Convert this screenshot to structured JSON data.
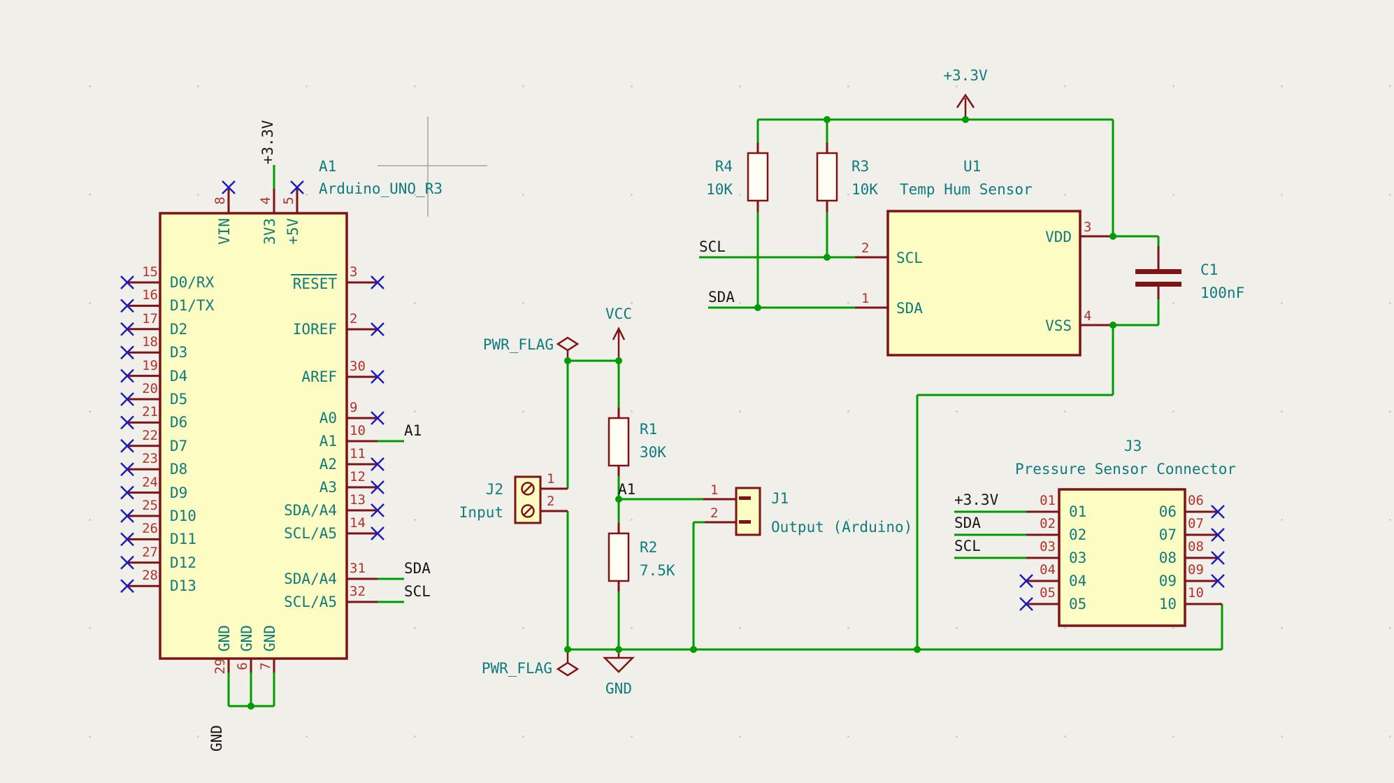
{
  "app": {
    "tool": "schematic-editor"
  },
  "colors": {
    "background": "#f1efe9",
    "component_body": "#fdfcc2",
    "component_outline": "#7f1214",
    "wire": "#009b00",
    "pin_number": "#b5322a",
    "pin_name": "#0e7c7d",
    "field_text": "#0e7c7d",
    "net_label": "#161616",
    "no_connect": "#1b1bbd"
  },
  "arduino": {
    "ref": "A1",
    "value": "Arduino_UNO_R3",
    "gnd_net_label": "GND",
    "pins_left": [
      {
        "num": "15",
        "name": "D0/RX"
      },
      {
        "num": "16",
        "name": "D1/TX"
      },
      {
        "num": "17",
        "name": "D2"
      },
      {
        "num": "18",
        "name": "D3"
      },
      {
        "num": "19",
        "name": "D4"
      },
      {
        "num": "20",
        "name": "D5"
      },
      {
        "num": "21",
        "name": "D6"
      },
      {
        "num": "22",
        "name": "D7"
      },
      {
        "num": "23",
        "name": "D8"
      },
      {
        "num": "24",
        "name": "D9"
      },
      {
        "num": "25",
        "name": "D10"
      },
      {
        "num": "26",
        "name": "D11"
      },
      {
        "num": "27",
        "name": "D12"
      },
      {
        "num": "28",
        "name": "D13"
      }
    ],
    "pins_right": [
      {
        "num": "3",
        "name": "RESET",
        "overline": true,
        "nc": true
      },
      {
        "num": "2",
        "name": "IOREF",
        "nc": true
      },
      {
        "num": "30",
        "name": "AREF",
        "nc": true
      },
      {
        "num": "9",
        "name": "A0",
        "nc": true
      },
      {
        "num": "10",
        "name": "A1",
        "net": "A1"
      },
      {
        "num": "11",
        "name": "A2",
        "nc": true
      },
      {
        "num": "12",
        "name": "A3",
        "nc": true
      },
      {
        "num": "13",
        "name": "SDA/A4",
        "nc": true
      },
      {
        "num": "14",
        "name": "SCL/A5",
        "nc": true
      },
      {
        "num": "31",
        "name": "SDA/A4",
        "net": "SDA"
      },
      {
        "num": "32",
        "name": "SCL/A5",
        "net": "SCL"
      }
    ],
    "pins_top": [
      {
        "num": "8",
        "name": "VIN",
        "nc": true
      },
      {
        "num": "4",
        "name": "3V3",
        "net": "+3.3V"
      },
      {
        "num": "5",
        "name": "+5V",
        "nc": true
      }
    ],
    "pins_bottom": [
      {
        "num": "29",
        "name": "GND"
      },
      {
        "num": "6",
        "name": "GND"
      },
      {
        "num": "7",
        "name": "GND"
      }
    ]
  },
  "divider": {
    "pwr_flag_top": "PWR_FLAG",
    "pwr_flag_bottom": "PWR_FLAG",
    "vcc_net": "VCC",
    "gnd_net": "GND",
    "a1_net": "A1",
    "r1_ref": "R1",
    "r1_val": "30K",
    "r2_ref": "R2",
    "r2_val": "7.5K",
    "j2_ref": "J2",
    "j2_val": "Input",
    "j2_pin1": "1",
    "j2_pin2": "2",
    "j1_ref": "J1",
    "j1_val": "Output (Arduino)",
    "j1_pin1": "1",
    "j1_pin2": "2"
  },
  "sensor": {
    "rail_net": "+3.3V",
    "r4_ref": "R4",
    "r4_val": "10K",
    "r3_ref": "R3",
    "r3_val": "10K",
    "u1_ref": "U1",
    "u1_val": "Temp Hum Sensor",
    "u1_pins": [
      {
        "num": "2",
        "name": "SCL"
      },
      {
        "num": "1",
        "name": "SDA"
      },
      {
        "num": "3",
        "name": "VDD"
      },
      {
        "num": "4",
        "name": "VSS"
      }
    ],
    "scl_net": "SCL",
    "sda_net": "SDA",
    "c1_ref": "C1",
    "c1_val": "100nF"
  },
  "j3": {
    "ref": "J3",
    "value": "Pressure Sensor Connector",
    "pins_left": [
      {
        "num": "01",
        "name": "01",
        "net": "+3.3V"
      },
      {
        "num": "02",
        "name": "02",
        "net": "SDA"
      },
      {
        "num": "03",
        "name": "03",
        "net": "SCL"
      },
      {
        "num": "04",
        "name": "04",
        "nc": true
      },
      {
        "num": "05",
        "name": "05",
        "nc": true
      }
    ],
    "pins_right": [
      {
        "num": "06",
        "name": "06",
        "nc": true
      },
      {
        "num": "07",
        "name": "07",
        "nc": true
      },
      {
        "num": "08",
        "name": "08",
        "nc": true
      },
      {
        "num": "09",
        "name": "09",
        "nc": true
      },
      {
        "num": "10",
        "name": "10"
      }
    ]
  }
}
